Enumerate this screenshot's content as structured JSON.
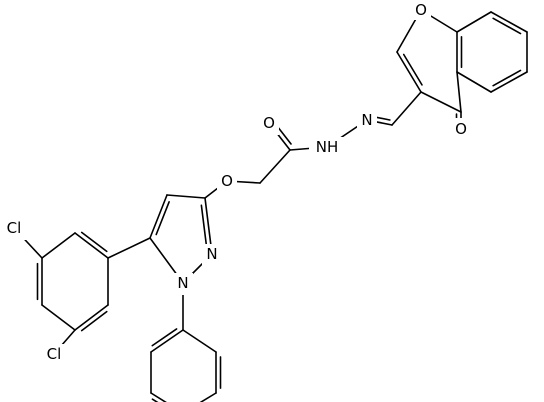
{
  "atoms": {
    "o_ring": "O",
    "o_carbonyl_chromone": "O",
    "o_amide": "O",
    "nh": "NH",
    "n_hydrazone": "N",
    "o_ether": "O",
    "n2_pyrazole": "N",
    "n1_pyrazole": "N",
    "cl_top": "Cl",
    "cl_bottom": "Cl"
  }
}
